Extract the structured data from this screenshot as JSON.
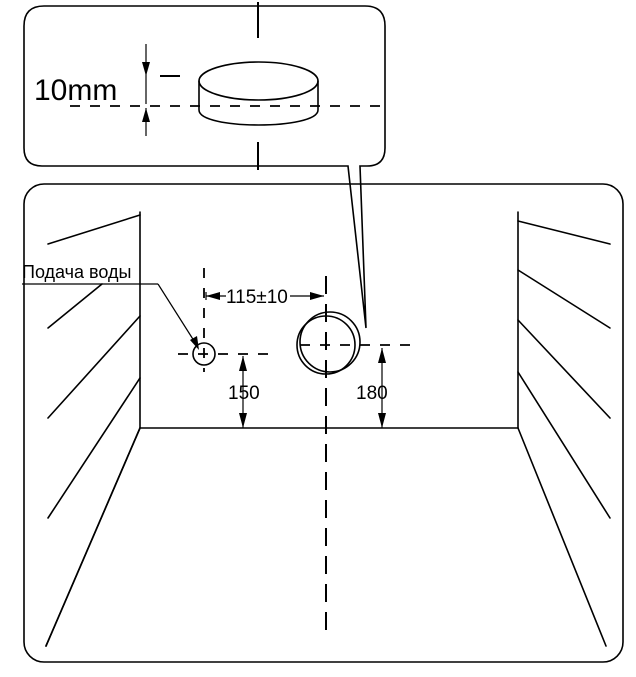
{
  "labels": {
    "thickness": "10mm",
    "water_supply": "Подача воды",
    "spacing": "115±10",
    "height_left": "150",
    "height_right": "180"
  },
  "colors": {
    "line": "#000000",
    "background": "#ffffff"
  }
}
